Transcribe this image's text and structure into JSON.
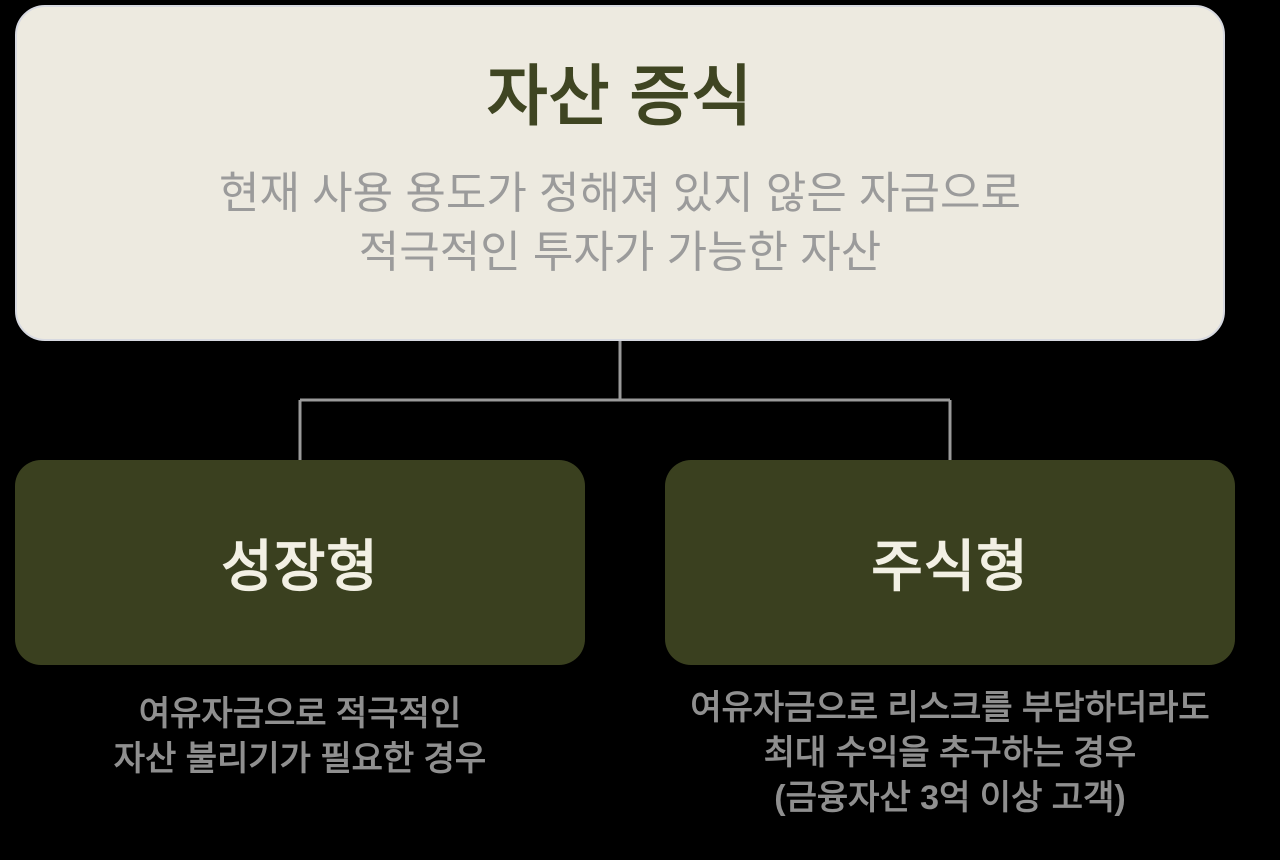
{
  "colors": {
    "background": "#000000",
    "root_box_bg": "#edeae0",
    "root_box_border": "#d7d9e0",
    "root_title": "#3f4522",
    "subtitle_text": "#9b9b9b",
    "branch_box_bg": "#3a401f",
    "branch_label": "#f2f0e4",
    "caption_text": "#8f8f8f",
    "connector": "#9a9a9a"
  },
  "root": {
    "title": "자산 증식",
    "description_lines": [
      "현재 사용 용도가 정해져 있지 않은 자금으로",
      "적극적인 투자가 가능한 자산"
    ]
  },
  "branches": [
    {
      "label": "성장형",
      "caption_lines": [
        "여유자금으로 적극적인",
        "자산 불리기가 필요한 경우"
      ]
    },
    {
      "label": "주식형",
      "caption_lines": [
        "여유자금으로 리스크를 부담하더라도",
        "최대 수익을 추구하는 경우",
        "(금융자산 3억 이상 고객)"
      ]
    }
  ]
}
